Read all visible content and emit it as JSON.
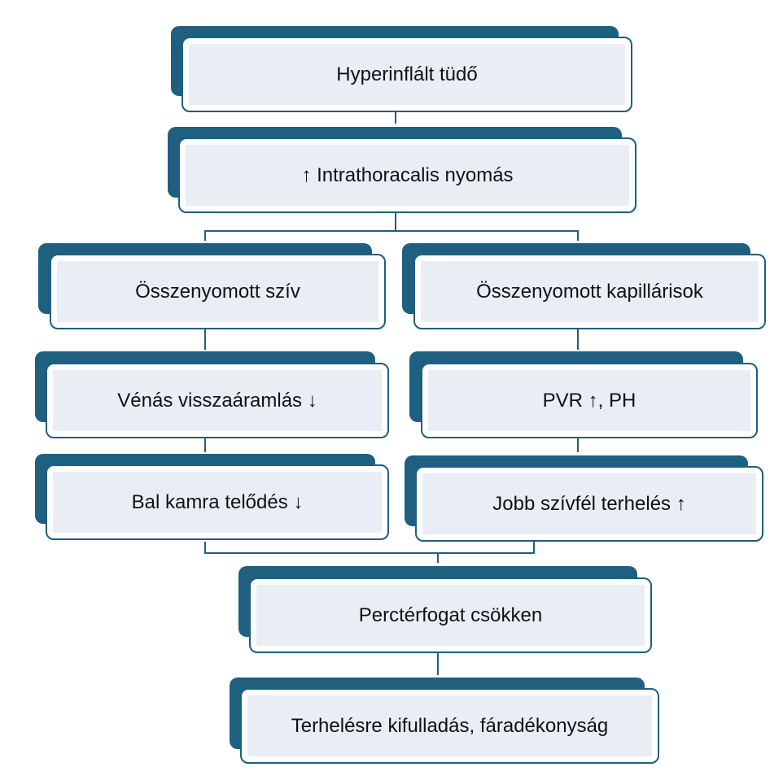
{
  "colors": {
    "accent": "#1f5f7f",
    "card_fill": "#e9eef5",
    "line": "#1f5f7f",
    "text": "#111111"
  },
  "nodes": {
    "hyperinflated": {
      "label": "Hyperinflált tüdő"
    },
    "intrathoracic": {
      "label": "↑ Intrathoracalis nyomás"
    },
    "compressed_heart": {
      "label": "Összenyomott szív"
    },
    "compressed_capillaries": {
      "label": "Összenyomott kapillárisok"
    },
    "venous_return": {
      "label": "Vénás visszaáramlás ↓"
    },
    "pvr_ph": {
      "label": "PVR ↑, PH"
    },
    "lv_filling": {
      "label": "Bal kamra telődés ↓"
    },
    "rv_load": {
      "label": "Jobb szívfél terhelés ↑"
    },
    "cardiac_output": {
      "label": "Perctérfogat csökken"
    },
    "exertional_dyspnea": {
      "label": "Terhelésre kifulladás, fáradékonyság"
    }
  }
}
